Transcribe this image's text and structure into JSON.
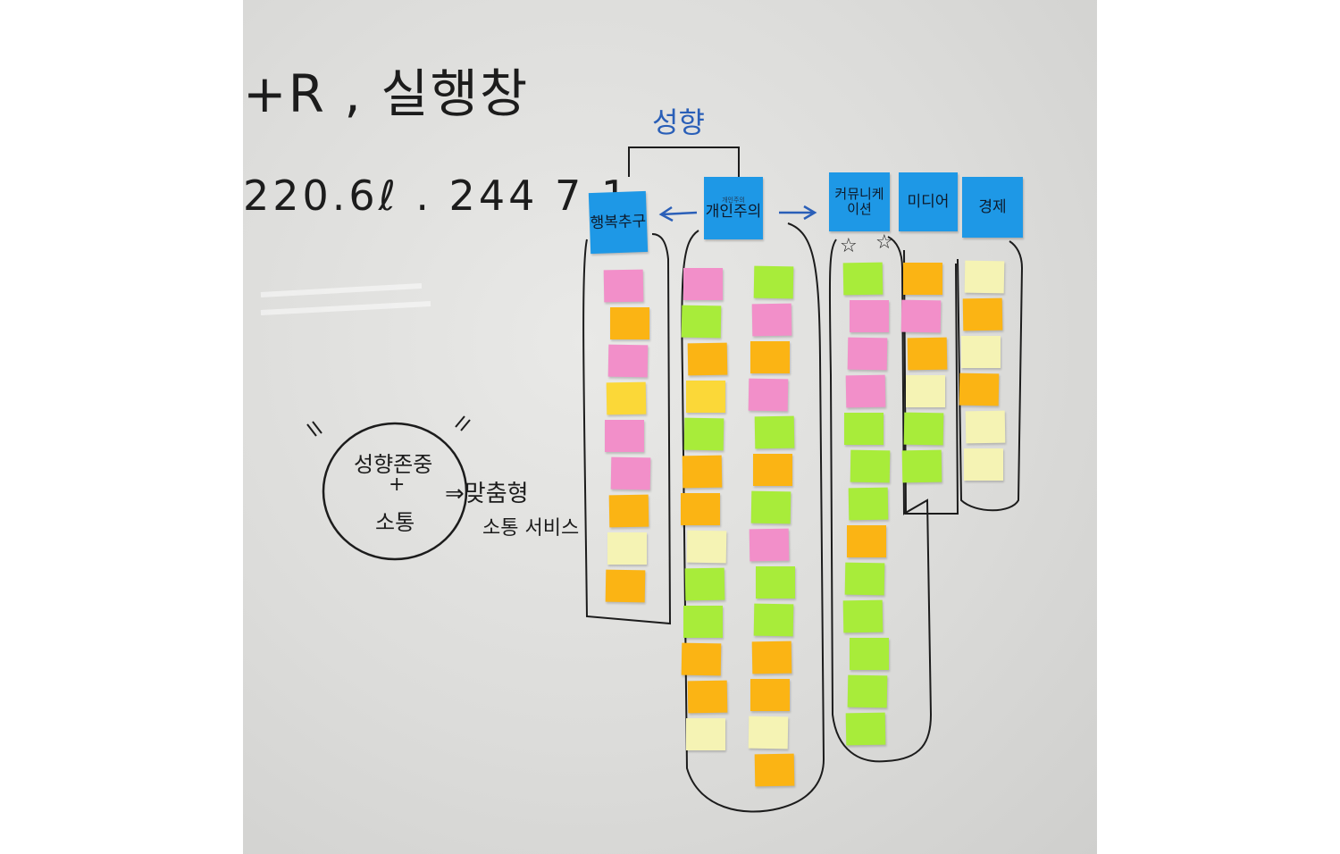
{
  "board": {
    "top_left_text": "+R , 실행창",
    "number_text": "220.6ℓ . 244 7 1",
    "bracket_label": "성향",
    "circle_top": "성향존중",
    "circle_plus": "+",
    "circle_bottom": "소통",
    "arrow_label_line1": "⇒맞춤형",
    "arrow_label_line2": "소통 서비스"
  },
  "headers": [
    {
      "label": "행복추구",
      "sub": ""
    },
    {
      "label": "개인주의",
      "sub": "개인주의"
    },
    {
      "label": "커뮤니케이션",
      "sub": ""
    },
    {
      "label": "미디어",
      "sub": ""
    },
    {
      "label": "경제",
      "sub": ""
    }
  ],
  "colors": {
    "blue_note": "#1e98e6",
    "pink_note": "#f28fc9",
    "orange_note": "#fbb414",
    "yellow_note": "#fbd838",
    "green_note": "#a8ec3a",
    "cream_note": "#f5f3b4",
    "ink_black": "#1c1c1c",
    "ink_blue": "#2a5fb8"
  },
  "columns": [
    [
      "pink",
      "orange",
      "pink",
      "yellow",
      "pink",
      "pink",
      "orange",
      "cream",
      "orange"
    ],
    [
      "pink",
      "green",
      "orange",
      "yellow",
      "green",
      "orange",
      "orange",
      "cream",
      "green",
      "green",
      "orange",
      "orange",
      "cream"
    ],
    [
      "green",
      "pink",
      "orange",
      "pink",
      "green",
      "orange",
      "green",
      "pink",
      "green",
      "green",
      "orange",
      "orange",
      "cream",
      "orange"
    ],
    [
      "green",
      "pink",
      "pink",
      "pink",
      "green",
      "green",
      "green",
      "orange",
      "green",
      "green",
      "green",
      "green",
      "green"
    ],
    [
      "orange",
      "pink",
      "orange",
      "cream",
      "green",
      "green"
    ],
    [
      "cream",
      "orange",
      "cream",
      "orange",
      "cream",
      "cream"
    ]
  ]
}
